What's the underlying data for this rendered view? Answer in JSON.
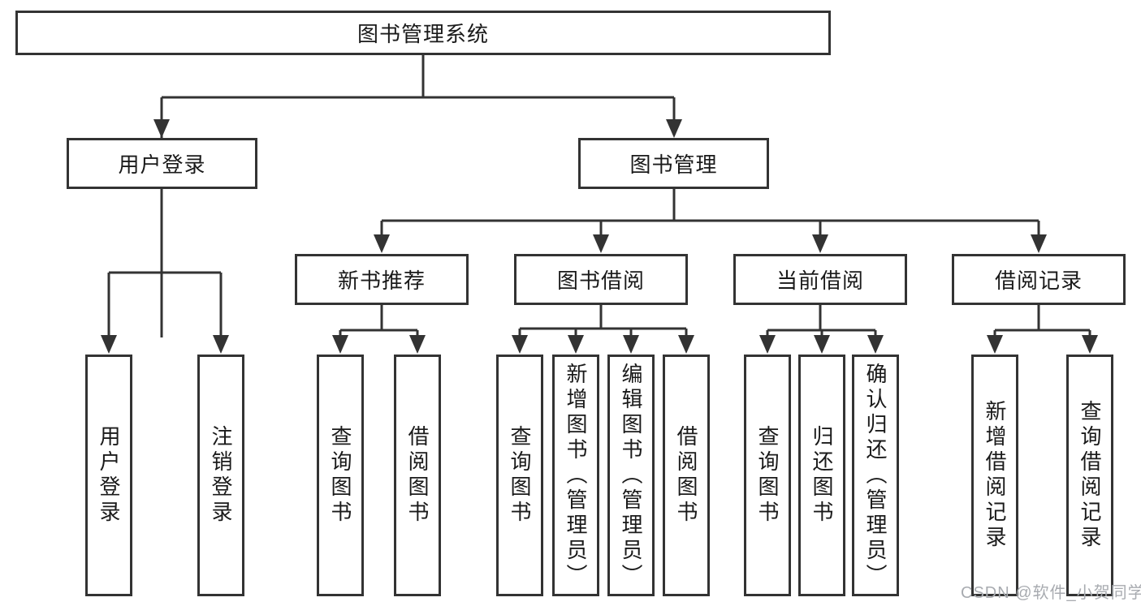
{
  "colors": {
    "line": "#333333",
    "text": "#1a1a1a",
    "watermark": "#a8abb0",
    "background": "#ffffff"
  },
  "tree": {
    "root": "图书管理系统",
    "branches": [
      {
        "label": "用户登录",
        "children": [
          "用户登录",
          "注销登录"
        ]
      },
      {
        "label": "图书管理",
        "sections": [
          {
            "label": "新书推荐",
            "children": [
              "查询图书",
              "借阅图书"
            ]
          },
          {
            "label": "图书借阅",
            "children": [
              "查询图书",
              "新增图书（管理员）",
              "编辑图书（管理员）",
              "借阅图书"
            ]
          },
          {
            "label": "当前借阅",
            "children": [
              "查询图书",
              "归还图书",
              "确认归还（管理员）"
            ]
          },
          {
            "label": "借阅记录",
            "children": [
              "新增借阅记录",
              "查询借阅记录"
            ]
          }
        ]
      }
    ]
  },
  "watermark": "CSDN @软件_小贺同学"
}
